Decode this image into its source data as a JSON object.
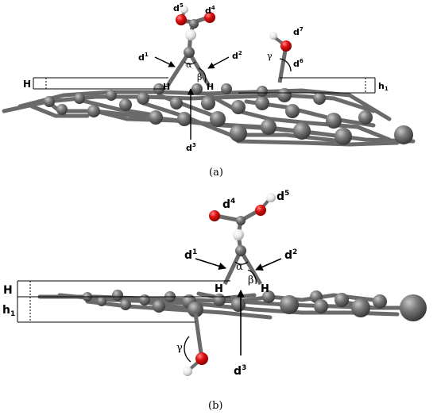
{
  "panel_a": {
    "caption": "(a)",
    "labels": {
      "d1": "d",
      "d1_sup": "1",
      "d2": "d",
      "d2_sup": "2",
      "d3": "d",
      "d3_sup": "3",
      "d4": "d",
      "d4_sup": "4",
      "d5": "d",
      "d5_sup": "5",
      "d6": "d",
      "d6_sup": "6",
      "d7": "d",
      "d7_sup": "7",
      "alpha": "α",
      "beta": "β",
      "gamma": "γ",
      "H_left_atom": "H",
      "H_right_atom": "H",
      "H_height": "H",
      "h1_height": "h",
      "h1_sub": "1"
    }
  },
  "panel_b": {
    "caption": "(b)",
    "labels": {
      "d1": "d",
      "d1_sup": "1",
      "d2": "d",
      "d2_sup": "2",
      "d3": "d",
      "d3_sup": "3",
      "d4": "d",
      "d4_sup": "4",
      "d5": "d",
      "d5_sup": "5",
      "alpha": "α",
      "beta": "β",
      "gamma": "γ",
      "H_left_atom": "H",
      "H_right_atom": "H",
      "H_height": "H",
      "h1_height": "h",
      "h1_sub": "1"
    }
  },
  "colors": {
    "carbon": "#6e6e6e",
    "oxygen": "#e01010",
    "hydrogen": "#f2f2f2",
    "bond": "#7a7a7a"
  }
}
